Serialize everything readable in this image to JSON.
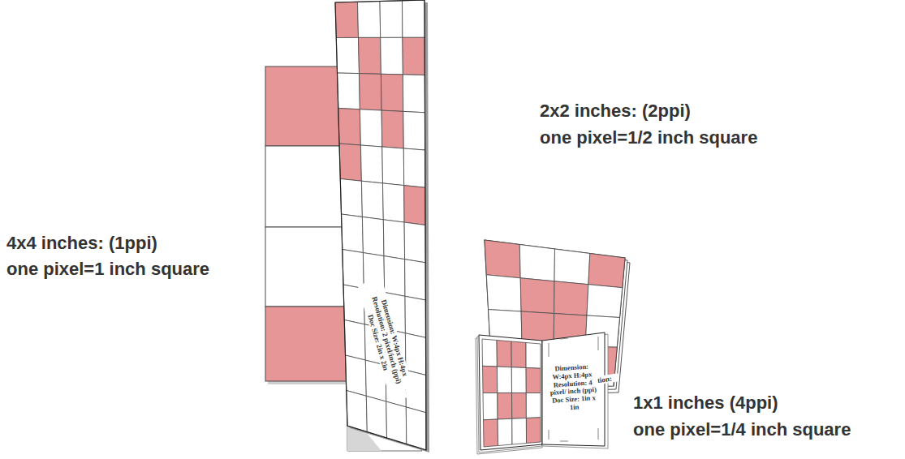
{
  "diagram": {
    "labels": [
      "4x4 inches: (1ppi)",
      "one pixel=1 inch square",
      "Dimension: W:4px H:4px",
      "Resolution: 2 pixel/inch (ppi)",
      "Doc Size: 2in x 2in",
      "2x2 inches: (2ppi)",
      "one pixel=1/2 inch square",
      "Resolution:",
      "Dimension: W:4px H:4px",
      "Resolution: 4 pixel/ inch (ppi)",
      "Doc Size: 1in x 1in",
      "1x1 inches (4ppi)",
      "one pixel=1/4 inch square"
    ]
  }
}
